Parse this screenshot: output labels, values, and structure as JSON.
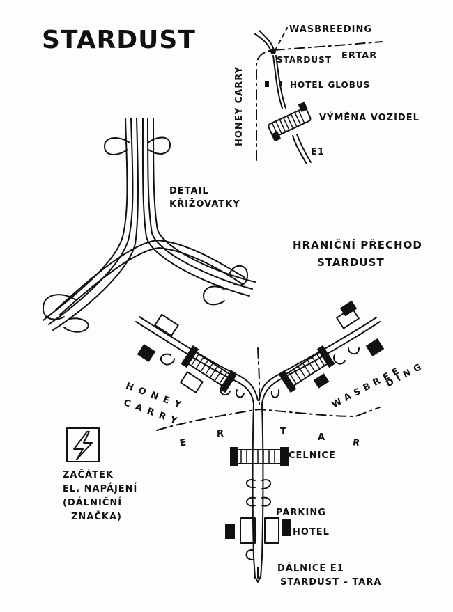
{
  "map": {
    "title": "STARDUST",
    "overview": {
      "north_label": "WASBREEDING",
      "west_label": "HONEY CARRY",
      "stardust_label": "STARDUST",
      "ertar_label": "ERTAR",
      "hotel_label": "HOTEL GLOBUS",
      "exchange_label": "VÝMĚNA VOZIDEL",
      "road_label": "E1"
    },
    "junction": {
      "label_line1": "DETAIL",
      "label_line2": "KŘIŽOVATKY"
    },
    "crossing": {
      "title_line1": "HRANIČNÍ PŘECHOD",
      "title_line2": "STARDUST",
      "honey_line1": "HONEY",
      "honey_line2": "CARRY",
      "wasbree_line1": "WASBREE",
      "wasbree_line2": "DING",
      "ertar_letters": [
        "E",
        "R",
        "T",
        "A",
        "R"
      ],
      "customs_label": "CELNICE",
      "parking_label": "PARKING",
      "hotel_label": "HOTEL",
      "highway_line1": "DÁLNICE  E1",
      "highway_line2": "STARDUST – TARA"
    },
    "legend": {
      "icon": "lightning-bolt-icon",
      "line1": "ZAČÁTEK",
      "line2": "EL. NAPÁJENÍ",
      "line3": "(DÁLNIČNÍ",
      "line4": "ZNAČKA)"
    }
  }
}
